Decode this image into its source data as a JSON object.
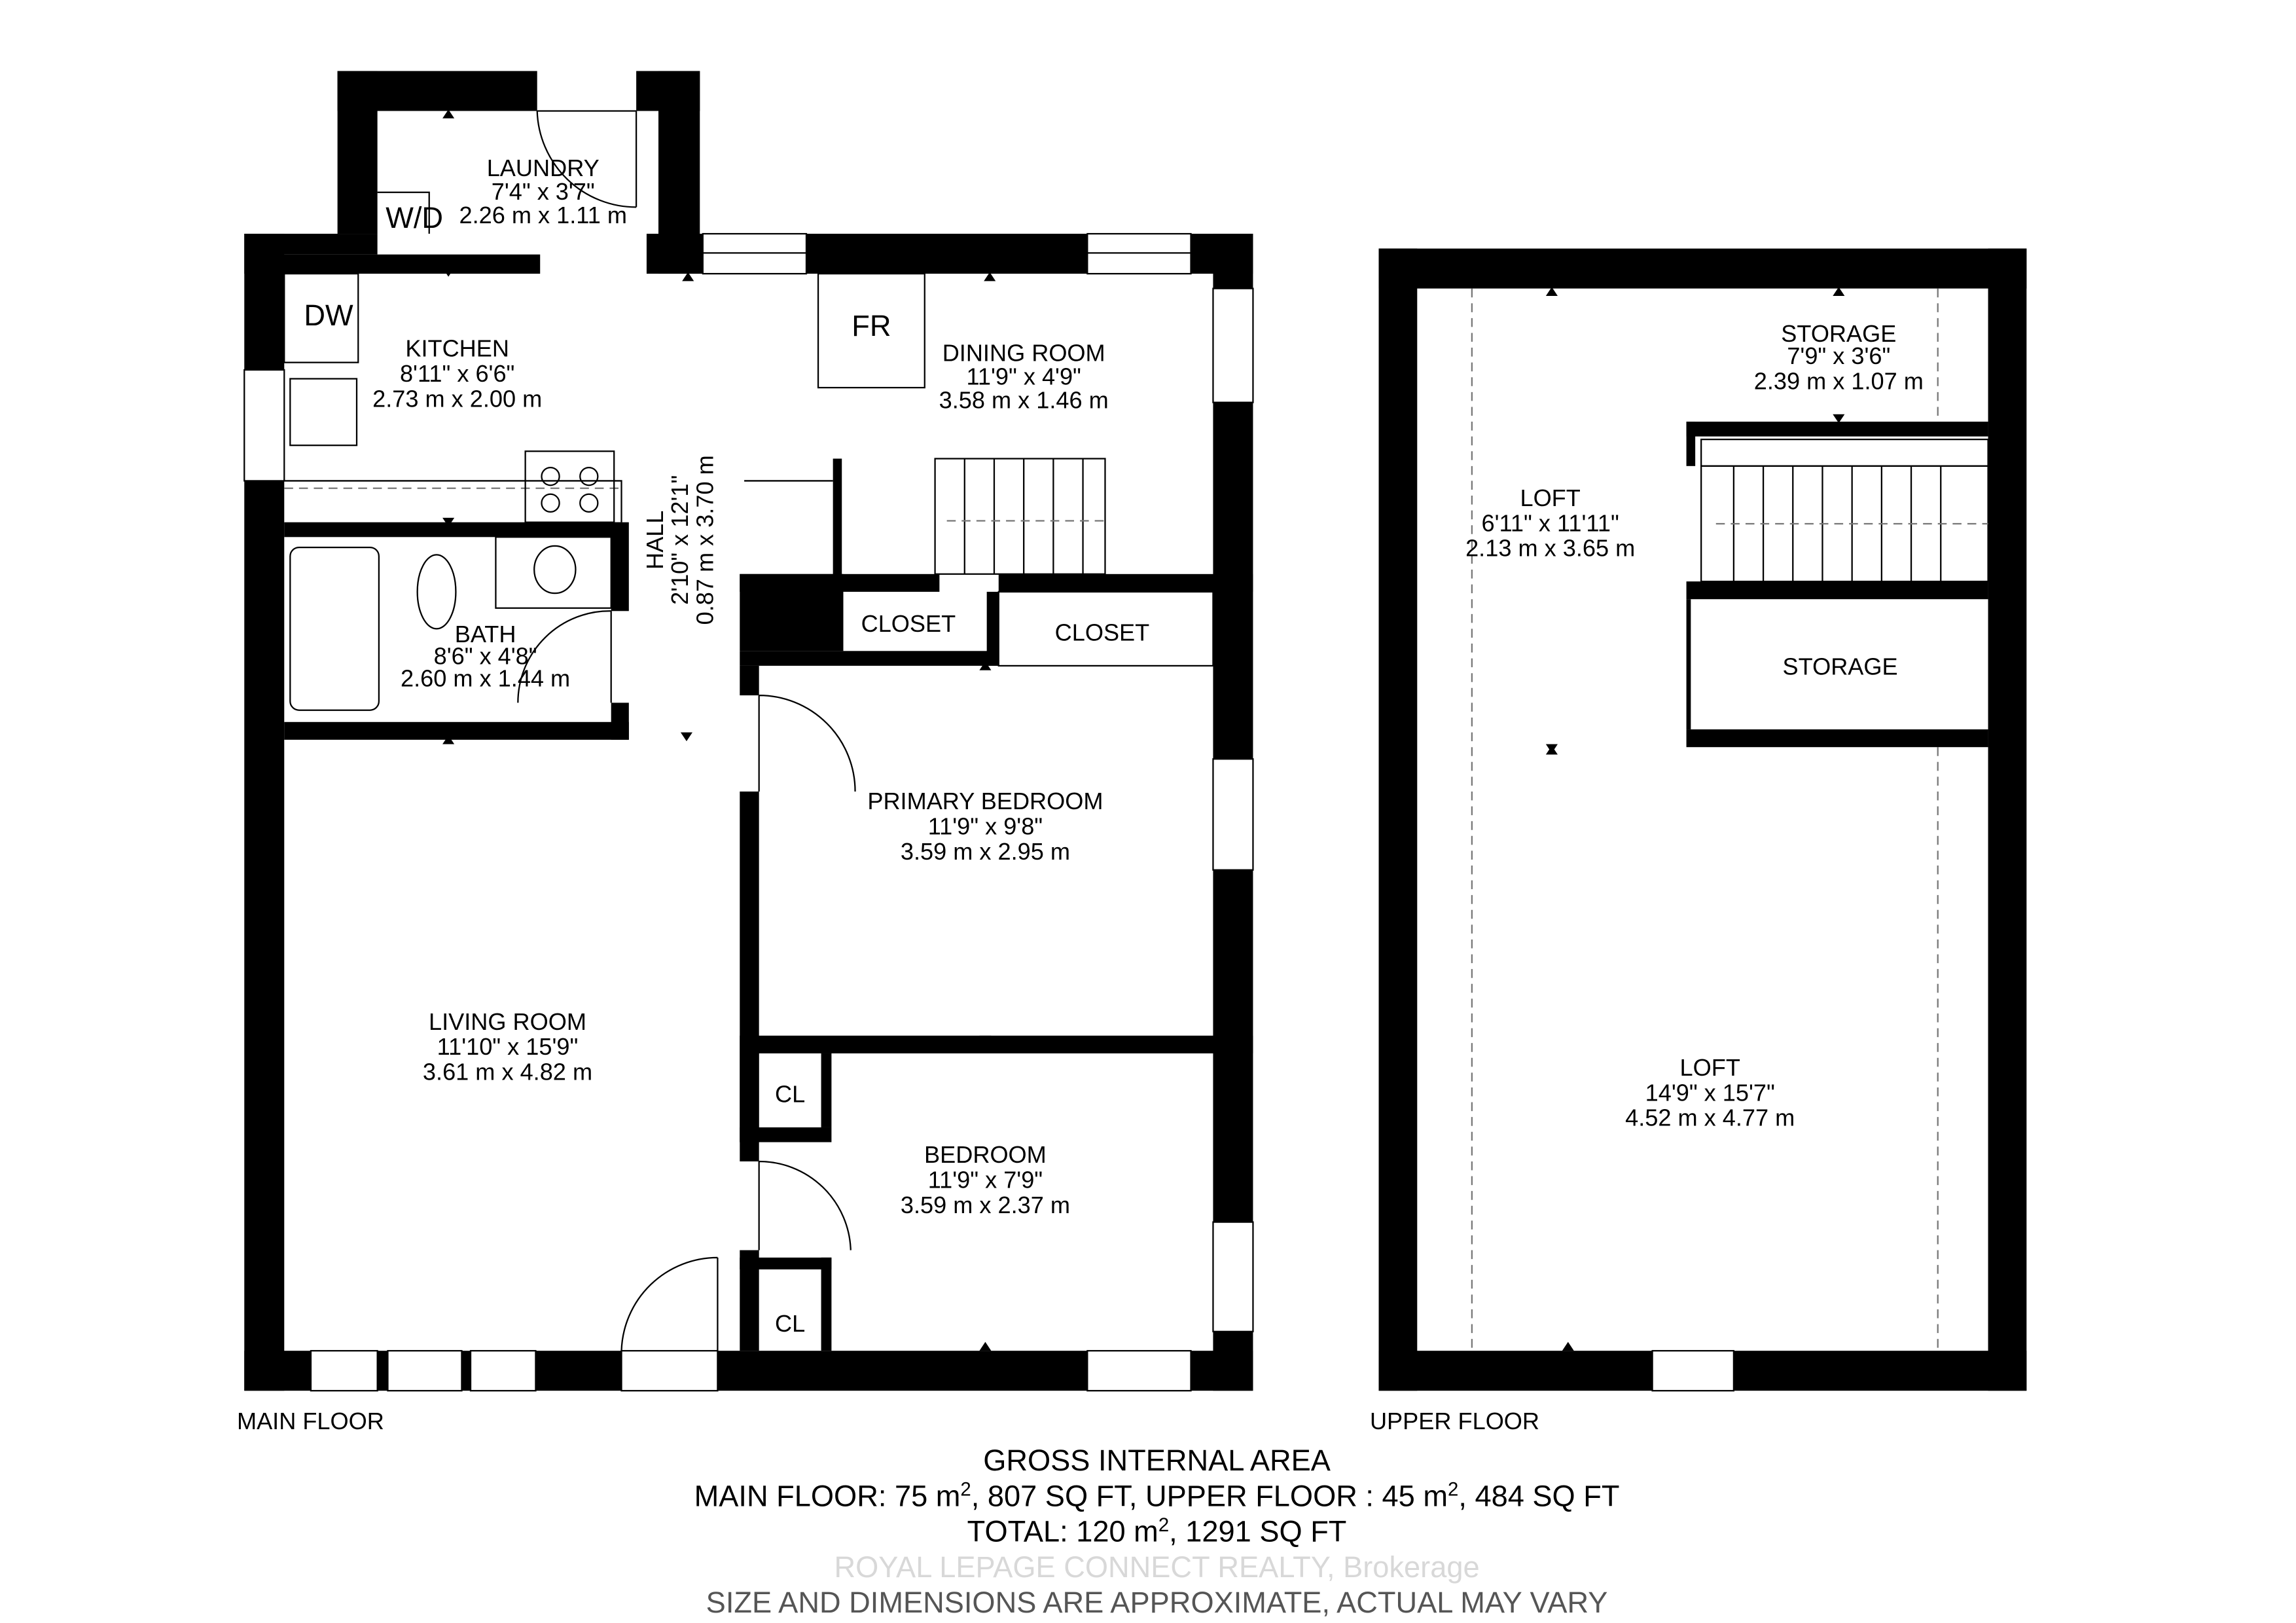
{
  "main_floor": {
    "label": "MAIN FLOOR",
    "rooms": {
      "laundry": {
        "name": "LAUNDRY",
        "imperial": "7'4\" x 3'7\"",
        "metric": "2.26 m x 1.11 m"
      },
      "kitchen": {
        "name": "KITCHEN",
        "imperial": "8'11\" x 6'6\"",
        "metric": "2.73 m x 2.00 m"
      },
      "dining": {
        "name": "DINING ROOM",
        "imperial": "11'9\" x 4'9\"",
        "metric": "3.58 m x 1.46 m"
      },
      "hall": {
        "name": "HALL",
        "imperial": "2'10\" x 12'1\"",
        "metric": "0.87 m x 3.70 m"
      },
      "bath": {
        "name": "BATH",
        "imperial": "8'6\" x 4'8\"",
        "metric": "2.60 m x 1.44 m"
      },
      "primary_bedroom": {
        "name": "PRIMARY BEDROOM",
        "imperial": "11'9\" x 9'8\"",
        "metric": "3.59 m x 2.95 m"
      },
      "living": {
        "name": "LIVING ROOM",
        "imperial": "11'10\" x 15'9\"",
        "metric": "3.61 m x 4.82 m"
      },
      "bedroom": {
        "name": "BEDROOM",
        "imperial": "11'9\" x 7'9\"",
        "metric": "3.59 m x 2.37 m"
      }
    },
    "fixtures": {
      "wd": "W/D",
      "dw": "DW",
      "fr": "FR",
      "closet1": "CLOSET",
      "closet2": "CLOSET",
      "cl1": "CL",
      "cl2": "CL"
    }
  },
  "upper_floor": {
    "label": "UPPER FLOOR",
    "rooms": {
      "storage_top": {
        "name": "STORAGE",
        "imperial": "7'9\" x 3'6\"",
        "metric": "2.39 m x 1.07 m"
      },
      "loft_small": {
        "name": "LOFT",
        "imperial": "6'11\" x 11'11\"",
        "metric": "2.13 m x 3.65 m"
      },
      "storage_mid": {
        "name": "STORAGE"
      },
      "loft_large": {
        "name": "LOFT",
        "imperial": "14'9\" x 15'7\"",
        "metric": "4.52 m x 4.77 m"
      }
    }
  },
  "summary": {
    "title": "GROSS INTERNAL AREA",
    "main_prefix": "MAIN FLOOR: 75 m",
    "main_suffix": ", 807 SQ FT,  UPPER FLOOR : 45 m",
    "upper_suffix": ", 484 SQ FT",
    "total_prefix": "TOTAL: 120 m",
    "total_suffix": ", 1291 SQ FT",
    "sup": "2",
    "watermark": "ROYAL LEPAGE CONNECT REALTY, Brokerage",
    "disclaimer": "SIZE AND DIMENSIONS ARE APPROXIMATE, ACTUAL MAY VARY"
  }
}
